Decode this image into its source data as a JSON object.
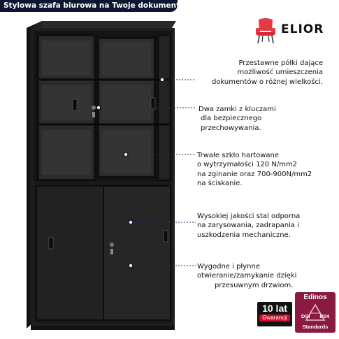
{
  "banner": {
    "title": "Stylowa szafa biurowa na Twoje dokumenty"
  },
  "brand": {
    "name": "ELIOR",
    "logo_icon": "armchair-icon",
    "accent": "#e63946"
  },
  "features": [
    {
      "lines": [
        "Przestawne półki dające",
        "możliwość umieszczenia",
        "dokumentów o różnej wielkości."
      ]
    },
    {
      "lines": [
        "Dwa zamki z kluczami",
        "dla bezpiecznego",
        "przechowywania."
      ]
    },
    {
      "lines": [
        "Trwałe szkło hartowane",
        "o wytrzymałości 120 N/mm2",
        "na zginanie oraz 700-900N/mm2",
        "na ściskanie."
      ]
    },
    {
      "lines": [
        "Wysokiej jakości stal odporna",
        "na zarysowania, zadrapania i",
        "uszkodzenia mechaniczne."
      ]
    },
    {
      "lines": [
        "Wygodne i płynne",
        "otwieranie/zamykanie dzięki",
        "przesuwnym drzwiom."
      ]
    }
  ],
  "badges": {
    "warranty": {
      "big": "10 lat",
      "small": "Gwarancji"
    },
    "standard": {
      "name": "Edinos",
      "code_left": "DSI",
      "code_right": "B04",
      "label": "Standards"
    }
  },
  "colors": {
    "banner": "#0d1630",
    "cabinet": "#1c1c1c",
    "warranty": "#111111",
    "edinos": "#8b1a42"
  }
}
